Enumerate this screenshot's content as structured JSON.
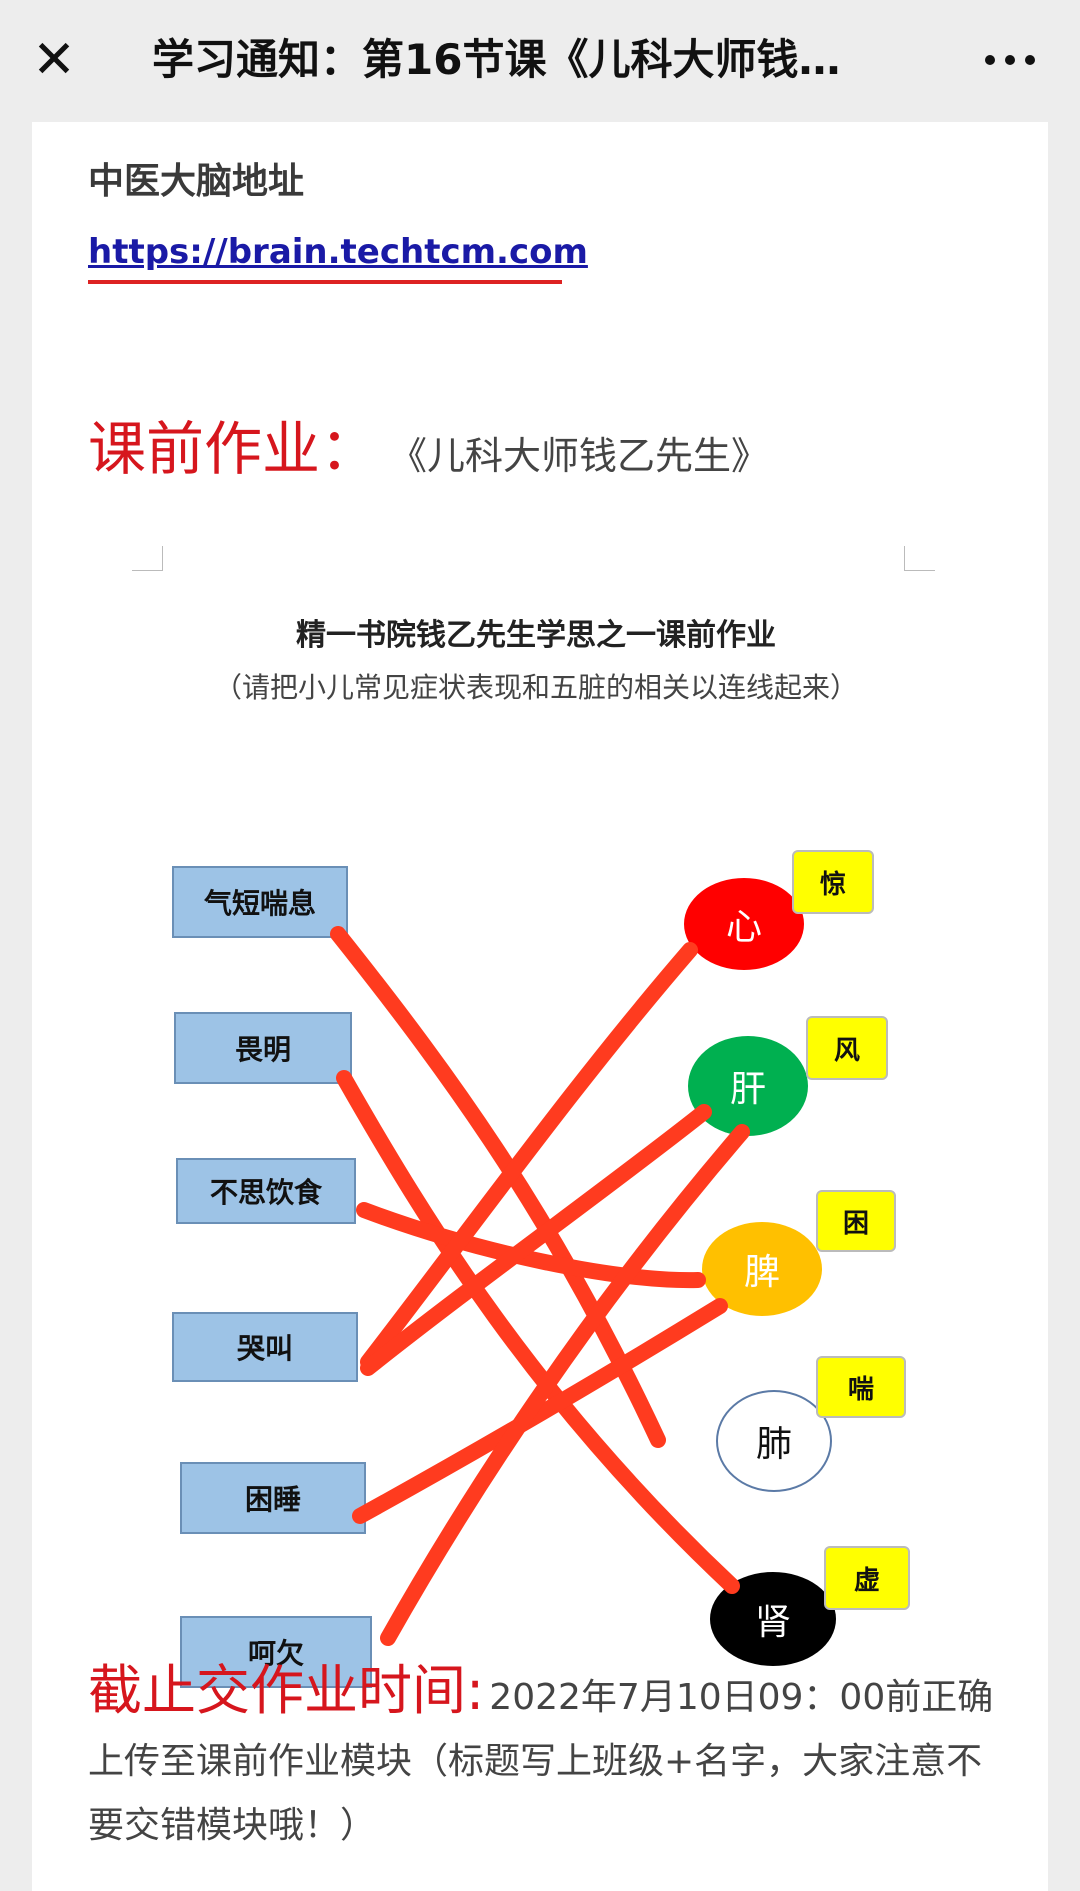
{
  "topbar": {
    "close_icon": "close-icon",
    "title": "学习通知：第16节课《儿科大师钱…",
    "more_icon": "more-dots-icon"
  },
  "article": {
    "brain_label": "中医大脑地址",
    "brain_link": "https://brain.techtcm.com",
    "homework_label": "课前作业：",
    "homework_book": "《儿科大师钱乙先生》",
    "worksheet": {
      "title": "精一书院钱乙先生学思之一课前作业",
      "subtitle": "（请把小儿常见症状表现和五脏的相关以连线起来）",
      "symptoms": [
        "气短喘息",
        "畏明",
        "不思饮食",
        "哭叫",
        "困睡",
        "呵欠"
      ],
      "organs": [
        {
          "label": "心",
          "tag": "惊",
          "color": "#ff0000",
          "text_color": "#ffffff"
        },
        {
          "label": "肝",
          "tag": "风",
          "color": "#00b050",
          "text_color": "#ffffff"
        },
        {
          "label": "脾",
          "tag": "困",
          "color": "#ffc000",
          "text_color": "#ffffff"
        },
        {
          "label": "肺",
          "tag": "喘",
          "color": "#ffffff",
          "text_color": "#111111"
        },
        {
          "label": "肾",
          "tag": "虚",
          "color": "#000000",
          "text_color": "#ffffff"
        }
      ],
      "ink_color": "#ff3b1f"
    },
    "deadline_label": "截止交作业时间:",
    "deadline_text": "2022年7月10日09：00前正确上传至课前作业模块（标题写上班级+名字，大家注意不要交错模块哦！）"
  }
}
